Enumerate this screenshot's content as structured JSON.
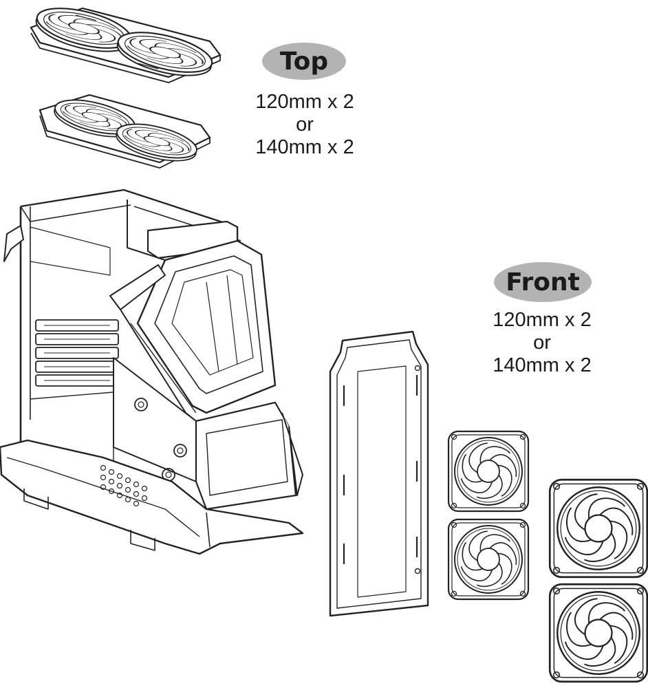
{
  "labels": {
    "top": {
      "title": "Top",
      "option_a": "120mm x 2",
      "separator": "or",
      "option_b": "140mm x 2"
    },
    "front": {
      "title": "Front",
      "option_a": "120mm x 2",
      "separator": "or",
      "option_b": "140mm x 2"
    }
  }
}
